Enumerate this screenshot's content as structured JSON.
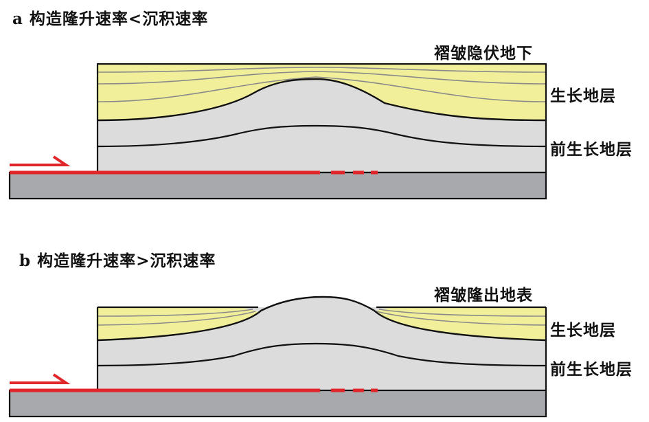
{
  "panels": [
    {
      "letter": "a",
      "title": "构造隆升速率<沉积速率",
      "annotation": "褶皱隐伏地下",
      "growth_label": "生长地层",
      "pregrowth_label": "前生长地层"
    },
    {
      "letter": "b",
      "title": "构造隆升速率>沉积速率",
      "annotation": "褶皱隆出地表",
      "growth_label": "生长地层",
      "pregrowth_label": "前生长地层"
    }
  ],
  "colors": {
    "growth_fill": "#f2ef9b",
    "pregrowth_fill": "#dcdcdc",
    "basement_fill": "#a8a9ad",
    "fault": "#e0262a",
    "outline": "#111111",
    "growth_lines": "#8a8a8a"
  },
  "icons": {
    "slip_arrow": "half-arrow-right"
  }
}
